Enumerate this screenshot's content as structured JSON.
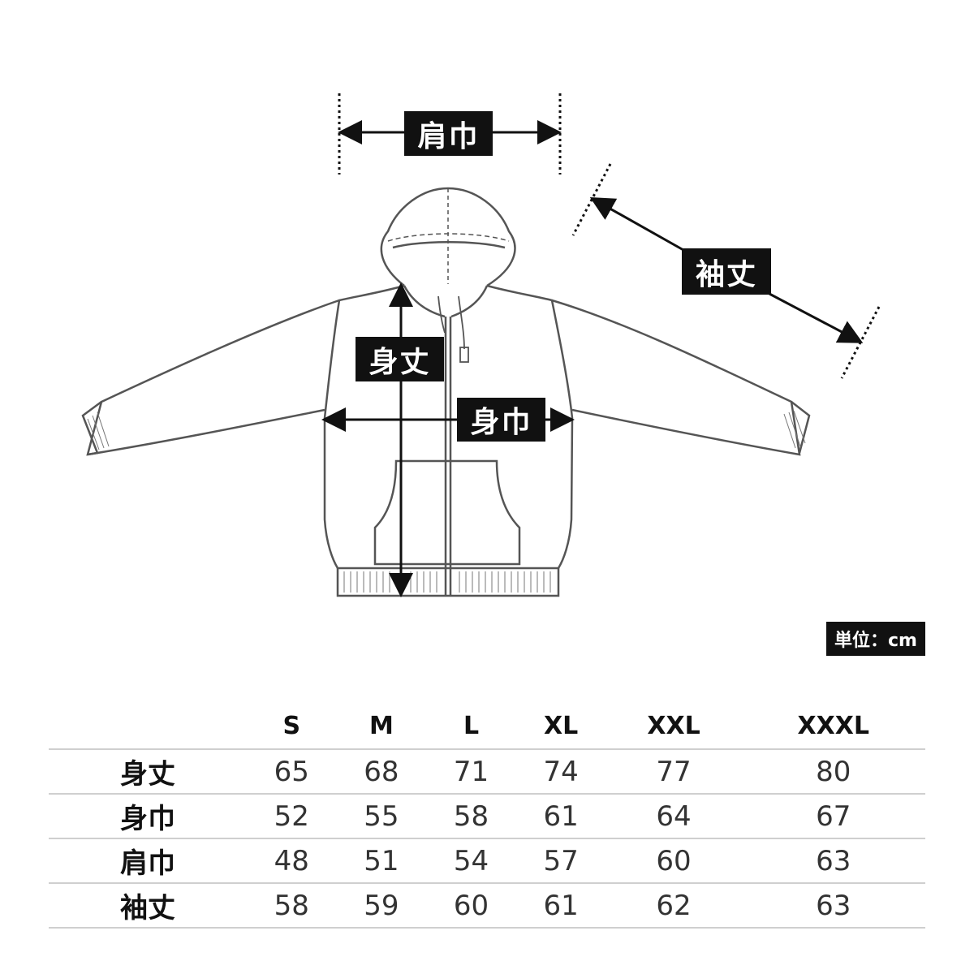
{
  "labels": {
    "shoulder_width": "肩巾",
    "sleeve_length": "袖丈",
    "body_length": "身丈",
    "body_width": "身巾"
  },
  "unit_label": "単位：cm",
  "table": {
    "columns": [
      "S",
      "M",
      "L",
      "XL",
      "XXL",
      "XXXL"
    ],
    "rows": [
      {
        "label": "身丈",
        "values": [
          "65",
          "68",
          "71",
          "74",
          "77",
          "80"
        ]
      },
      {
        "label": "身巾",
        "values": [
          "52",
          "55",
          "58",
          "61",
          "64",
          "67"
        ]
      },
      {
        "label": "肩巾",
        "values": [
          "48",
          "51",
          "54",
          "57",
          "60",
          "63"
        ]
      },
      {
        "label": "袖丈",
        "values": [
          "58",
          "59",
          "60",
          "61",
          "62",
          "63"
        ]
      }
    ]
  },
  "colors": {
    "outline": "#555555",
    "label_bg": "#111111",
    "arrow": "#111111",
    "divider": "#cfcfcf"
  }
}
